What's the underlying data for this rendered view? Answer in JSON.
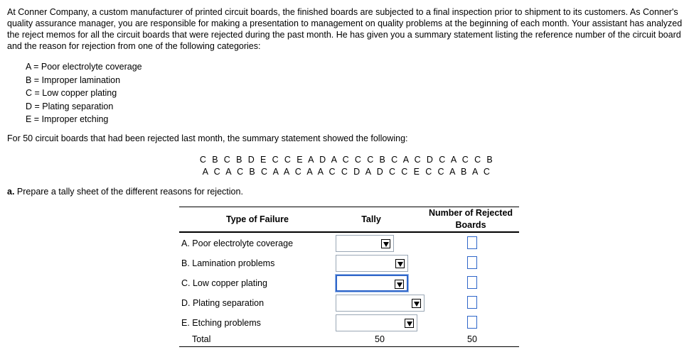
{
  "intro": "At Conner Company, a custom manufacturer of printed circuit boards, the finished boards are subjected to a final inspection prior to shipment to its customers. As Conner's quality assurance manager, you are responsible for making a presentation to management on quality problems at the beginning of each month. Your assistant has analyzed the reject memos for all the circuit boards that were rejected during the past month. He has given you a summary statement listing the reference number of the circuit board and the reason for rejection from one of the following categories:",
  "categories": [
    "A = Poor electrolyte coverage",
    "B = Improper lamination",
    "C = Low copper plating",
    "D = Plating separation",
    "E = Improper etching"
  ],
  "statement": "For 50 circuit boards that had been rejected last month, the summary statement showed the following:",
  "sequence": [
    "C B C B D E C C E A D A C C C B C A C D C A C C B",
    "A C A C B C A A C A A C C D A D C C E C C A B A C"
  ],
  "part_a": {
    "letter": "a.",
    "text": " Prepare a tally sheet of the different reasons for rejection."
  },
  "table": {
    "headers": {
      "type": "Type of Failure",
      "tally": "Tally",
      "number_line1": "Number of Rejected",
      "number_line2": "Boards"
    },
    "rows": [
      {
        "label": "A. Poor electrolyte coverage",
        "tally_value": "",
        "number_value": ""
      },
      {
        "label": "B. Lamination problems",
        "tally_value": "",
        "number_value": ""
      },
      {
        "label": "C. Low copper plating",
        "tally_value": "",
        "number_value": ""
      },
      {
        "label": "D. Plating separation",
        "tally_value": "",
        "number_value": ""
      },
      {
        "label": "E. Etching problems",
        "tally_value": "",
        "number_value": ""
      }
    ],
    "total": {
      "label": "Total",
      "tally": "50",
      "number": "50"
    }
  },
  "colors": {
    "focus_border": "#2f66c9",
    "input_border": "#9aa7b5"
  }
}
